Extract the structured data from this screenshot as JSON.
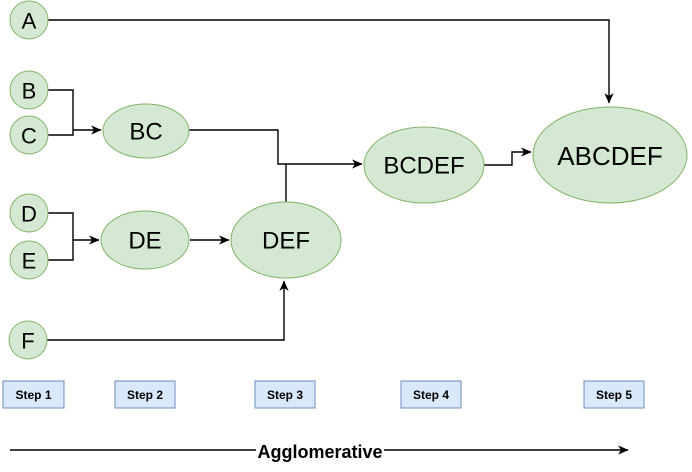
{
  "colors": {
    "background": "#ffffff",
    "node_fill": "#d5e8d4",
    "node_stroke": "#82b366",
    "step_fill": "#dae8fc",
    "step_stroke": "#6c8ebf",
    "edge": "#000000"
  },
  "nodes": {
    "a": {
      "label": "A"
    },
    "b": {
      "label": "B"
    },
    "c": {
      "label": "C"
    },
    "d": {
      "label": "D"
    },
    "e": {
      "label": "E"
    },
    "f": {
      "label": "F"
    },
    "bc": {
      "label": "BC"
    },
    "de": {
      "label": "DE"
    },
    "def": {
      "label": "DEF"
    },
    "bcdef": {
      "label": "BCDEF"
    },
    "abcdef": {
      "label": "ABCDEF"
    }
  },
  "edges": [
    {
      "from": "A",
      "to": "ABCDEF"
    },
    {
      "from": "B",
      "to": "BC"
    },
    {
      "from": "C",
      "to": "BC"
    },
    {
      "from": "D",
      "to": "DE"
    },
    {
      "from": "E",
      "to": "DE"
    },
    {
      "from": "DE",
      "to": "DEF"
    },
    {
      "from": "F",
      "to": "DEF"
    },
    {
      "from": "BC",
      "to": "BCDEF"
    },
    {
      "from": "DEF",
      "to": "BCDEF"
    },
    {
      "from": "BCDEF",
      "to": "ABCDEF"
    }
  ],
  "steps": [
    {
      "label": "Step 1"
    },
    {
      "label": "Step 2"
    },
    {
      "label": "Step 3"
    },
    {
      "label": "Step 4"
    },
    {
      "label": "Step 5"
    }
  ],
  "timeline": {
    "label": "Agglomerative",
    "direction": "right-arrow"
  }
}
